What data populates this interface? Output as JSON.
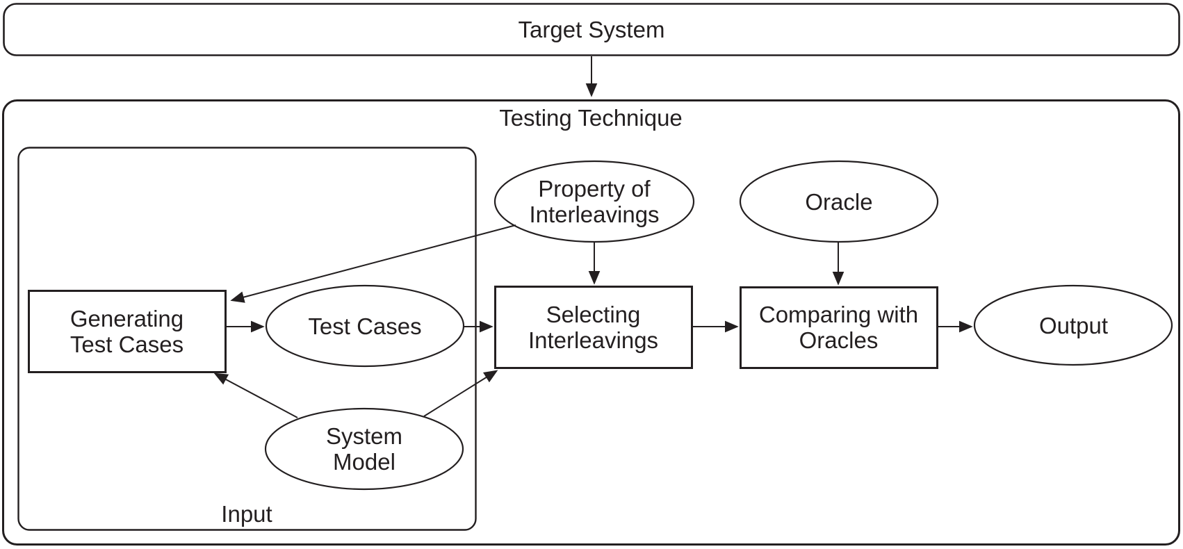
{
  "colors": {
    "stroke": "#231f20",
    "background": "#ffffff"
  },
  "diagram": {
    "title": "Target System",
    "container_label": "Testing Technique",
    "input_group_label": "Input",
    "nodes": {
      "target_system": "Target System",
      "testing_technique": "Testing Technique",
      "generating_test_cases": "Generating\nTest Cases",
      "test_cases": "Test Cases",
      "system_model": "System\nModel",
      "property_of_interleavings": "Property of\nInterleavings",
      "selecting_interleavings": "Selecting\nInterleavings",
      "oracle": "Oracle",
      "comparing_with_oracles": "Comparing with\nOracles",
      "output": "Output",
      "input": "Input"
    },
    "edges": [
      {
        "from": "target_system",
        "to": "testing_technique"
      },
      {
        "from": "property_of_interleavings",
        "to": "generating_test_cases"
      },
      {
        "from": "property_of_interleavings",
        "to": "selecting_interleavings"
      },
      {
        "from": "oracle",
        "to": "comparing_with_oracles"
      },
      {
        "from": "generating_test_cases",
        "to": "test_cases"
      },
      {
        "from": "test_cases",
        "to": "selecting_interleavings"
      },
      {
        "from": "system_model",
        "to": "generating_test_cases"
      },
      {
        "from": "system_model",
        "to": "selecting_interleavings"
      },
      {
        "from": "selecting_interleavings",
        "to": "comparing_with_oracles"
      },
      {
        "from": "comparing_with_oracles",
        "to": "output"
      }
    ]
  }
}
